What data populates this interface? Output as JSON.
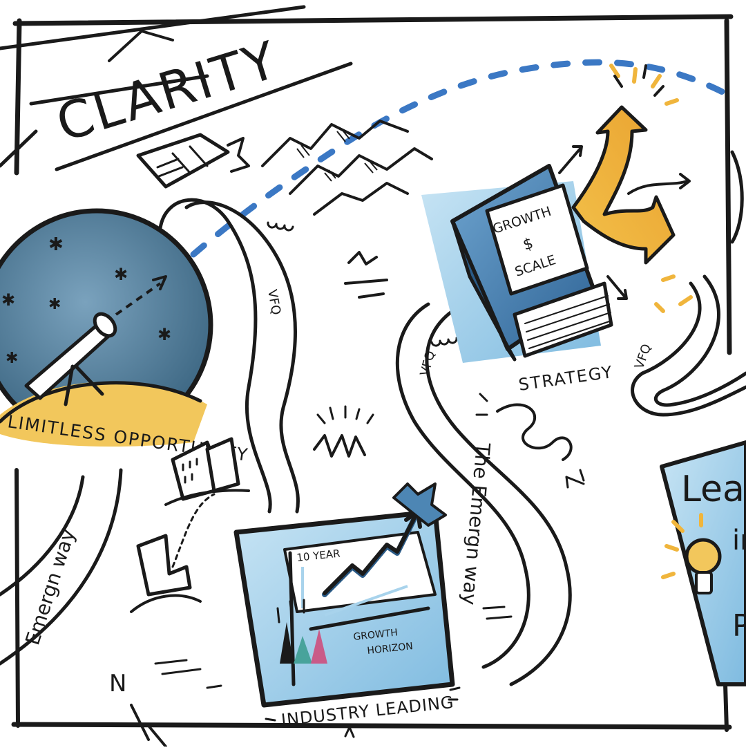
{
  "sketch": {
    "title": "CLARITY",
    "book_title_line1": "GROWTH",
    "book_title_line2": "$",
    "book_title_line3": "SCALE",
    "strategy_label": "STRATEGY",
    "limitless_label": "LIMITLESS OPPORTUNITY",
    "industry_label": "INDUSTRY LEADING",
    "chart_top_label": "10 YEAR",
    "chart_bottom_label_1": "GROWTH",
    "chart_bottom_label_2": "HORIZON",
    "path_left_label": "Emergn way",
    "path_mid_label": "The Emergn way",
    "vfq_1": "VFQ",
    "vfq_2": "VFQ",
    "vfq_3": "VFQ",
    "compass_label": "N",
    "right_sign_line1": "Lead",
    "right_sign_line2": "in",
    "right_sign_line3": "P"
  },
  "colors": {
    "ink": "#1a1a1a",
    "sky_blue": "#4e7896",
    "dash_blue": "#3b78c4",
    "sand_yellow": "#f2c75c",
    "arrow_yellow": "#f0b53c",
    "book_blue": "#4d86b4",
    "light_blue": "#a8d3ec",
    "accent_teal": "#48a39b",
    "accent_pink": "#c95b88"
  }
}
